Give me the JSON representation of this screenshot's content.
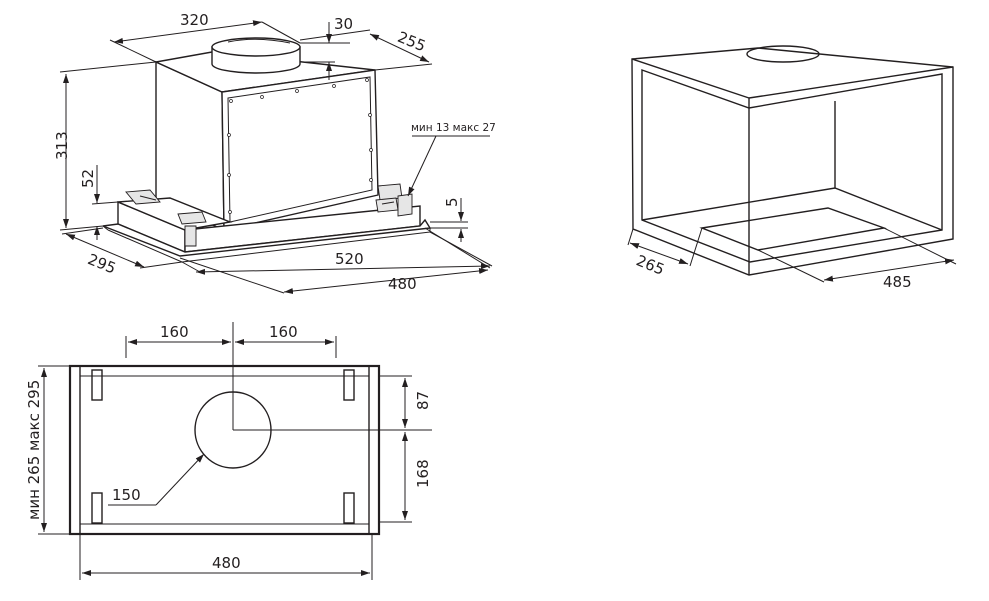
{
  "hood": {
    "width_top": "320",
    "collar_height": "30",
    "depth_top": "255",
    "total_height": "313",
    "base_height": "52",
    "adjust_range": "мин 13 макс 27",
    "frame_thickness": "5",
    "depth_base": "295",
    "width_base": "520",
    "width_frame": "480"
  },
  "cabinet": {
    "depth": "265",
    "width": "485"
  },
  "plan": {
    "offset_left": "160",
    "offset_right": "160",
    "dist_front": "87",
    "dist_back": "168",
    "depth_range": "мин 265  макс 295",
    "duct_diameter": "150",
    "width": "480"
  }
}
